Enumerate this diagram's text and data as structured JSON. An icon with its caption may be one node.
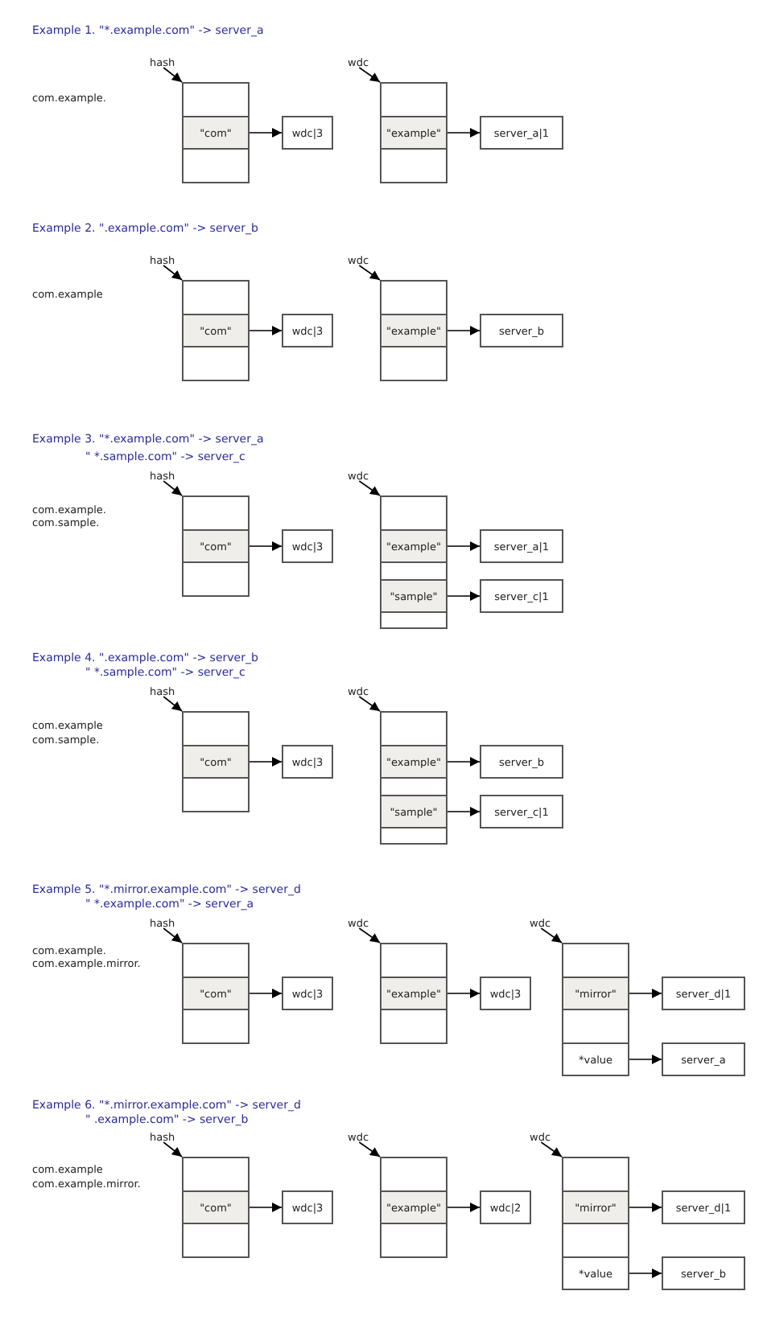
{
  "diagram": {
    "nodes": [
      {
        "text": [
          "hash"
        ]
      },
      {
        "text": [],
        "shape": "box"
      },
      {
        "text": [
          "\"com\""
        ],
        "in": 1
      },
      {
        "text": [
          "wdc|3"
        ]
      },
      {
        "text": [
          "wdc"
        ]
      },
      {
        "text": [],
        "shape": "box"
      },
      {
        "text": [
          "\"example\""
        ],
        "in": 5
      },
      {
        "text": [
          "server_a|1"
        ]
      },
      {
        "text": [
          "hash"
        ]
      },
      {
        "text": [],
        "shape": "box"
      },
      {
        "text": [
          "\"com\""
        ],
        "in": 9
      },
      {
        "text": [
          "wdc|3"
        ]
      },
      {
        "text": [
          "wdc"
        ]
      },
      {
        "text": [],
        "shape": "box"
      },
      {
        "text": [
          "\"example\""
        ],
        "in": 13
      },
      {
        "text": [
          "server_b"
        ]
      },
      {
        "text": [
          "hash"
        ]
      },
      {
        "text": [],
        "shape": "box"
      },
      {
        "text": [
          "\"com\""
        ],
        "in": 17
      },
      {
        "text": [
          "wdc|3"
        ]
      },
      {
        "text": [
          "wdc"
        ]
      },
      {
        "text": [],
        "shape": "box"
      },
      {
        "text": [
          "\"example\""
        ],
        "in": 21
      },
      {
        "text": [
          "\"sample\""
        ],
        "in": 21
      },
      {
        "text": [
          "server_a|1"
        ]
      },
      {
        "text": [
          "server_c|1"
        ]
      },
      {
        "text": [
          "hash"
        ]
      },
      {
        "text": [],
        "shape": "box"
      },
      {
        "text": [
          "\"com\""
        ],
        "in": 27
      },
      {
        "text": [
          "wdc|3"
        ]
      },
      {
        "text": [
          "wdc"
        ]
      },
      {
        "text": [],
        "shape": "box"
      },
      {
        "text": [
          "\"example\""
        ],
        "in": 31
      },
      {
        "text": [
          "\"sample\""
        ],
        "in": 31
      },
      {
        "text": [
          "server_b"
        ]
      },
      {
        "text": [
          "server_c|1"
        ]
      },
      {
        "text": [
          "hash"
        ]
      },
      {
        "text": [],
        "shape": "box"
      },
      {
        "text": [
          "\"com\""
        ],
        "in": 37
      },
      {
        "text": [
          "wdc|3"
        ]
      },
      {
        "text": [
          "wdc"
        ]
      },
      {
        "text": [],
        "shape": "box"
      },
      {
        "text": [
          "\"example\""
        ],
        "in": 41
      },
      {
        "text": [
          "wdc|3"
        ]
      },
      {
        "text": [
          "wdc"
        ]
      },
      {
        "text": [],
        "shape": "box"
      },
      {
        "text": [
          "\"mirror\""
        ],
        "in": 45
      },
      {
        "text": [
          "*value"
        ],
        "in": 45
      },
      {
        "text": [
          "server_d|1"
        ]
      },
      {
        "text": [
          "server_a"
        ]
      },
      {
        "text": [
          "hash"
        ]
      },
      {
        "text": [],
        "shape": "box"
      },
      {
        "text": [
          "\"com\""
        ],
        "in": 51
      },
      {
        "text": [
          "wdc|3"
        ]
      },
      {
        "text": [
          "wdc"
        ]
      },
      {
        "text": [],
        "shape": "box"
      },
      {
        "text": [
          "\"example\""
        ],
        "in": 55
      },
      {
        "text": [
          "wdc|2"
        ]
      },
      {
        "text": [
          "wdc"
        ]
      },
      {
        "text": [],
        "shape": "box"
      },
      {
        "text": [
          "\"mirror\""
        ],
        "in": 59
      },
      {
        "text": [
          "*value"
        ],
        "in": 59
      },
      {
        "text": [
          "server_d|1"
        ]
      },
      {
        "text": [
          "server_b"
        ]
      }
    ],
    "edges": [
      {
        "from": 0,
        "to": 1,
        "arrow": "to"
      },
      {
        "from": 2,
        "to": 3,
        "arrow": "to"
      },
      {
        "from": 4,
        "to": 5,
        "arrow": "to"
      },
      {
        "from": 6,
        "to": 7,
        "arrow": "to"
      },
      {
        "from": 8,
        "to": 9,
        "arrow": "to"
      },
      {
        "from": 10,
        "to": 11,
        "arrow": "to"
      },
      {
        "from": 12,
        "to": 13,
        "arrow": "to"
      },
      {
        "from": 14,
        "to": 15,
        "arrow": "to"
      },
      {
        "from": 16,
        "to": 17,
        "arrow": "to"
      },
      {
        "from": 18,
        "to": 19,
        "arrow": "to"
      },
      {
        "from": 20,
        "to": 21,
        "arrow": "to"
      },
      {
        "from": 22,
        "to": 24,
        "arrow": "to"
      },
      {
        "from": 23,
        "to": 25,
        "arrow": "to"
      },
      {
        "from": 26,
        "to": 27,
        "arrow": "to"
      },
      {
        "from": 28,
        "to": 29,
        "arrow": "to"
      },
      {
        "from": 30,
        "to": 31,
        "arrow": "to"
      },
      {
        "from": 32,
        "to": 34,
        "arrow": "to"
      },
      {
        "from": 33,
        "to": 35,
        "arrow": "to"
      },
      {
        "from": 36,
        "to": 37,
        "arrow": "to"
      },
      {
        "from": 38,
        "to": 39,
        "arrow": "to"
      },
      {
        "from": 40,
        "to": 41,
        "arrow": "to"
      },
      {
        "from": 42,
        "to": 43,
        "arrow": "to"
      },
      {
        "from": 44,
        "to": 45,
        "arrow": "to"
      },
      {
        "from": 46,
        "to": 48,
        "arrow": "to"
      },
      {
        "from": 47,
        "to": 49,
        "arrow": "to"
      },
      {
        "from": 50,
        "to": 51,
        "arrow": "to"
      },
      {
        "from": 52,
        "to": 53,
        "arrow": "to"
      },
      {
        "from": 54,
        "to": 55,
        "arrow": "to"
      },
      {
        "from": 56,
        "to": 57,
        "arrow": "to"
      },
      {
        "from": 58,
        "to": 59,
        "arrow": "to"
      },
      {
        "from": 60,
        "to": 62,
        "arrow": "to"
      },
      {
        "from": 61,
        "to": 63,
        "arrow": "to"
      }
    ],
    "labels": [
      "Example 1. \"*.example.com\" -> server_a",
      "com.example.",
      "Example 2. \".example.com\" -> server_b",
      "com.example",
      "Example 3. \"*.example.com\" -> server_a",
      "\" *.sample.com\" -> server_c",
      "com.example.",
      "com.sample.",
      "Example 4. \".example.com\" -> server_b",
      "\" *.sample.com\" -> server_c",
      "com.example",
      "com.sample.",
      "Example 5. \"*.mirror.example.com\" -> server_d",
      "\" *.example.com\" -> server_a",
      "com.example.",
      "com.example.mirror.",
      "Example 6. \"*.mirror.example.com\" -> server_d",
      "\" .example.com\" -> server_b",
      "com.example",
      "com.example.mirror."
    ]
  }
}
